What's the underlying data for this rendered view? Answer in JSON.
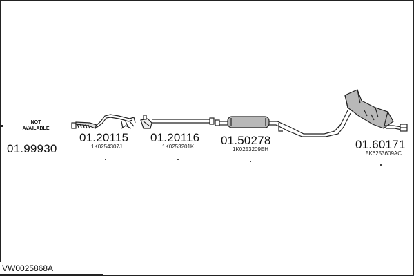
{
  "placeholder_box": {
    "line1": "NOT",
    "line2": "AVAILABLE",
    "part_number": "01.99930"
  },
  "parts": [
    {
      "part_number": "01.20115",
      "oem_number": "1K0254307J"
    },
    {
      "part_number": "01.20116",
      "oem_number": "1K0253201K"
    },
    {
      "part_number": "01.50278",
      "oem_number": "1K0253209EH"
    },
    {
      "part_number": "01.60171",
      "oem_number": "5K6253609AC"
    }
  ],
  "kit_code": "VW0025868A",
  "colors": {
    "line": "#222222",
    "muffler_fill": "#b8b8b8"
  }
}
